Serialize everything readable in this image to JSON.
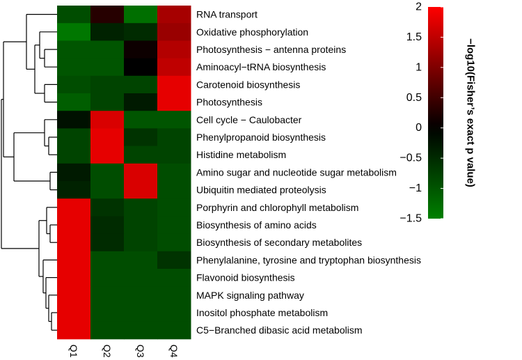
{
  "chart_data": {
    "type": "heatmap",
    "columns": [
      "Q1",
      "Q2",
      "Q3",
      "Q4"
    ],
    "rows": [
      "RNA transport",
      "Oxidative phosphorylation",
      "Photosynthesis − antenna proteins",
      "Aminoacyl−tRNA biosynthesis",
      "Carotenoid biosynthesis",
      "Photosynthesis",
      "Cell cycle − Caulobacter",
      "Phenylpropanoid biosynthesis",
      "Histidine metabolism",
      "Amino sugar and nucleotide sugar metabolism",
      "Ubiquitin mediated proteolysis",
      "Porphyrin and chlorophyll metabolism",
      "Biosynthesis of amino acids",
      "Biosynthesis of secondary metabolites",
      "Phenylalanine, tyrosine and tryptophan biosynthesis",
      "Flavonoid biosynthesis",
      "MAPK signaling pathway",
      "Inositol phosphate metabolism",
      "C5−Branched dibasic acid metabolism"
    ],
    "values": [
      [
        -0.9,
        0.3,
        -1.3,
        1.3
      ],
      [
        -1.4,
        -0.4,
        -0.5,
        1.2
      ],
      [
        -1.0,
        -1.0,
        0.1,
        1.4
      ],
      [
        -1.0,
        -1.0,
        0.0,
        1.5
      ],
      [
        -0.9,
        -0.8,
        -0.8,
        1.8
      ],
      [
        -1.1,
        -0.8,
        -0.3,
        1.8
      ],
      [
        -0.2,
        1.7,
        -1.0,
        -1.0
      ],
      [
        -0.8,
        1.8,
        -0.6,
        -0.8
      ],
      [
        -0.8,
        1.8,
        -0.8,
        -0.8
      ],
      [
        -0.3,
        -0.9,
        1.7,
        -0.9
      ],
      [
        -0.4,
        -0.9,
        1.7,
        -0.9
      ],
      [
        1.8,
        -0.6,
        -0.8,
        -0.9
      ],
      [
        1.8,
        -0.5,
        -0.8,
        -0.9
      ],
      [
        1.8,
        -0.5,
        -0.8,
        -0.9
      ],
      [
        1.8,
        -0.9,
        -0.9,
        -0.6
      ],
      [
        1.8,
        -0.9,
        -0.9,
        -0.9
      ],
      [
        1.8,
        -0.9,
        -0.9,
        -0.9
      ],
      [
        1.8,
        -0.9,
        -0.9,
        -0.9
      ],
      [
        1.8,
        -0.9,
        -0.9,
        -0.9
      ]
    ],
    "color_scale": {
      "min": -1.5,
      "max": 2,
      "low_color": "#008000",
      "mid_color": "#000000",
      "high_color": "#ff0000",
      "title": "−log10(Fisher’s exact p value)",
      "ticks": [
        {
          "value": 2,
          "label": "2"
        },
        {
          "value": 1.5,
          "label": "1.5"
        },
        {
          "value": 1,
          "label": "1"
        },
        {
          "value": 0.5,
          "label": "0.5"
        },
        {
          "value": 0,
          "label": "0"
        },
        {
          "value": -0.5,
          "label": "−0.5"
        },
        {
          "value": -1,
          "label": "−1"
        },
        {
          "value": -1.5,
          "label": "−1.5"
        }
      ]
    },
    "row_dendrogram": true,
    "legend_placement": "right"
  }
}
